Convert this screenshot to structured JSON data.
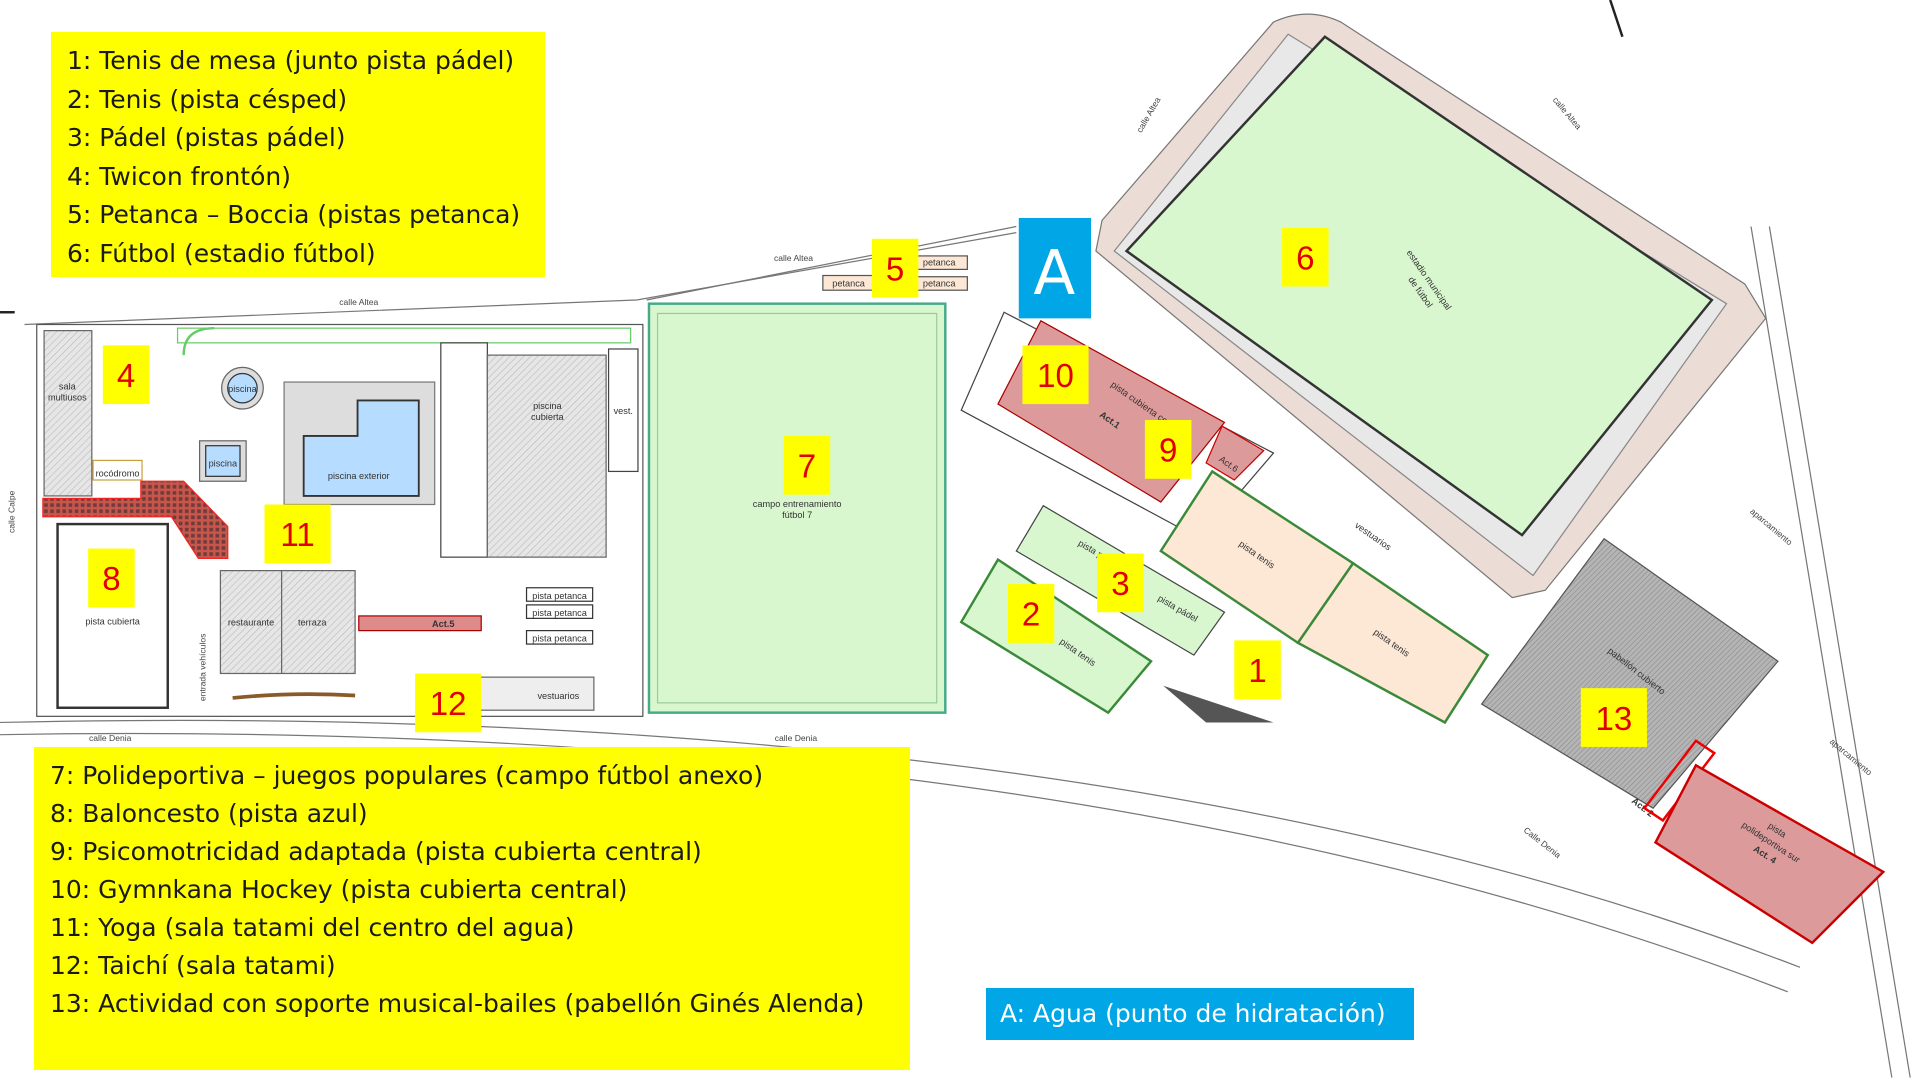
{
  "legend_top": [
    "1: Tenis de mesa (junto pista pádel)",
    "2: Tenis (pista césped)",
    "3: Pádel (pistas pádel)",
    "4: Twicon frontón)",
    "5: Petanca – Boccia (pistas petanca)",
    "6: Fútbol (estadio fútbol)"
  ],
  "legend_bottom": [
    "7: Polideportiva – juegos populares (campo fútbol anexo)",
    "8: Baloncesto (pista azul)",
    "9: Psicomotricidad adaptada (pista cubierta central)",
    "10: Gymnkana Hockey (pista cubierta central)",
    "11: Yoga (sala tatami del centro del agua)",
    "12: Taichí (sala tatami)",
    "13: Actividad con soporte musical-bailes (pabellón Ginés Alenda)"
  ],
  "water_legend": "A: Agua (punto de hidratación)",
  "water_marker": "A",
  "markers": [
    "1",
    "2",
    "3",
    "4",
    "5",
    "6",
    "7",
    "8",
    "9",
    "10",
    "11",
    "12",
    "13"
  ],
  "streets": {
    "altea": "calle Altea",
    "calpe": "calle Calpe",
    "denia": "calle Denia",
    "denia_cap": "Calle Denia",
    "entrada": "entrada vehículos",
    "aparcamiento": "aparcamiento"
  },
  "places": {
    "sala_multiusos_1": "sala",
    "sala_multiusos_2": "multiusos",
    "rocodromo": "rocódromo",
    "piscina": "piscina",
    "piscina_exterior": "piscina exterior",
    "piscina_cubierta_1": "piscina",
    "piscina_cubierta_2": "cubierta",
    "vest": "vest.",
    "pista_cubierta": "pista cubierta",
    "restaurante": "restaurante",
    "terraza": "terraza",
    "act5": "Act.5",
    "pista_petanca": "pista petanca",
    "petanca": "petanca",
    "vestuarios": "vestuarios",
    "campo7_1": "campo entrenamiento",
    "campo7_2": "fútbol 7",
    "estadio_1": "estadio municipal",
    "estadio_2": "de fútbol",
    "cubierta_central": "pista cubierta central",
    "act1": "Act.1",
    "act6": "Act.6",
    "pista_tenis": "pista tenis",
    "pista_padel": "pista pádel",
    "pabellon": "pabellón cubierto",
    "act2": "Act. 2",
    "sur_1": "pista",
    "sur_2": "polideportiva sur",
    "act4": "Act. 4"
  },
  "colors": {
    "legend_bg": "#ffff00",
    "marker_text": "#e00000",
    "water": "#00a6e6",
    "grass": "#d8f7cf",
    "activity_red": "#dc9a9a",
    "tennis": "#fde8d6"
  }
}
